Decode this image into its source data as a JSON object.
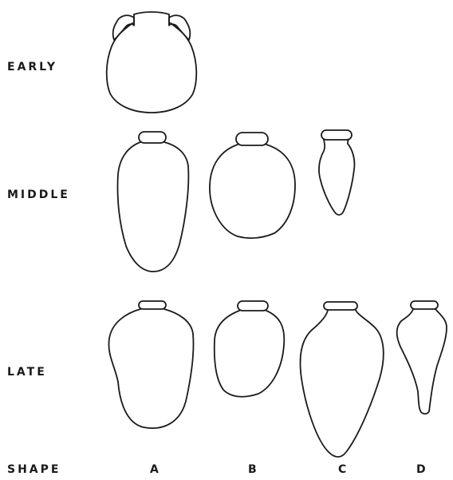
{
  "rows": {
    "early": "EARLY",
    "middle": "MIDDLE",
    "late": "LATE"
  },
  "columns": {
    "heading": "SHAPE",
    "a": "A",
    "b": "B",
    "c": "C",
    "d": "D"
  }
}
